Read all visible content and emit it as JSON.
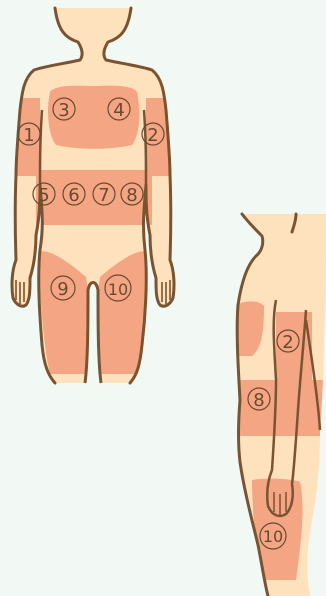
{
  "colors": {
    "background": "#f2f9f5",
    "skin": "#fde2bd",
    "outline": "#7a5430",
    "zone": "#f4a584",
    "label": "#6a4a2e"
  },
  "front_view": {
    "zones": [
      {
        "id": "front-zone-1",
        "label": "1"
      },
      {
        "id": "front-zone-2",
        "label": "2"
      },
      {
        "id": "front-zone-3",
        "label": "3"
      },
      {
        "id": "front-zone-4",
        "label": "4"
      },
      {
        "id": "front-zone-5",
        "label": "5"
      },
      {
        "id": "front-zone-6",
        "label": "6"
      },
      {
        "id": "front-zone-7",
        "label": "7"
      },
      {
        "id": "front-zone-8",
        "label": "8"
      },
      {
        "id": "front-zone-9",
        "label": "9"
      },
      {
        "id": "front-zone-10",
        "label": "10"
      }
    ]
  },
  "side_view": {
    "zones": [
      {
        "id": "side-zone-2",
        "label": "2"
      },
      {
        "id": "side-zone-8",
        "label": "8"
      },
      {
        "id": "side-zone-10",
        "label": "10"
      }
    ]
  }
}
